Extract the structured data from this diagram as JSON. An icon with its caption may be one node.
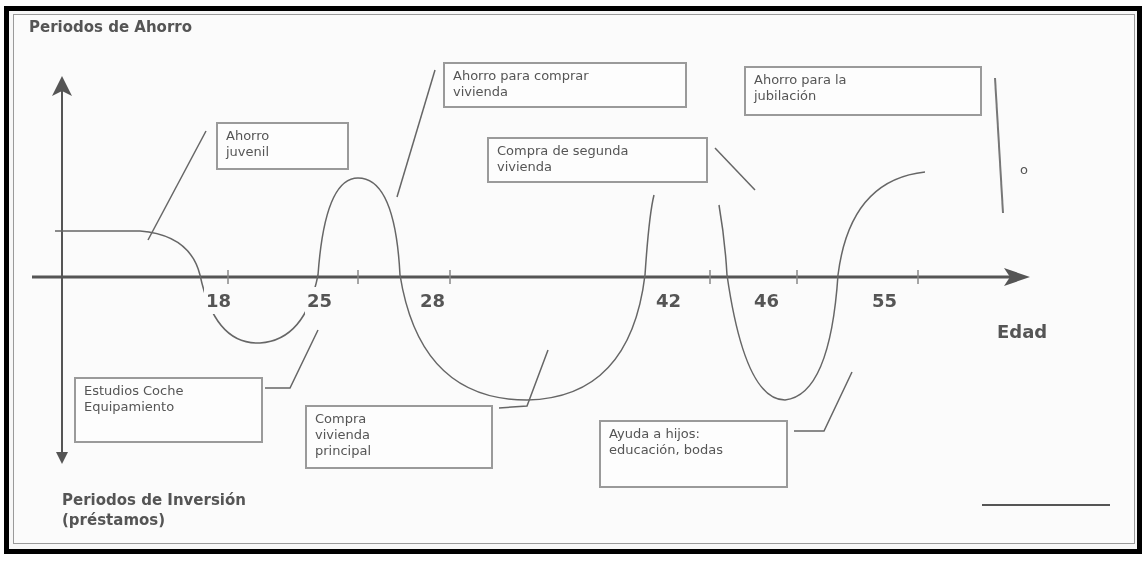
{
  "diagram": {
    "nodes": [
      {
        "text": [
          "Ahorro juvenil"
        ]
      },
      {
        "text": [
          "Ahorro para comprar vivienda"
        ]
      },
      {
        "text": [
          "Compra de segunda vivienda"
        ]
      },
      {
        "text": [
          "Ahorro para la jubilación"
        ]
      },
      {
        "text": [
          "Estudios Coche Equipamiento"
        ]
      },
      {
        "text": [
          "Compra vivienda principal"
        ]
      },
      {
        "text": [
          "Ayuda a hijos: educación, bodas"
        ]
      }
    ],
    "edges": [
      {
        "from": 0,
        "to": null,
        "arrow": "none"
      },
      {
        "from": 1,
        "to": null,
        "arrow": "none"
      },
      {
        "from": 2,
        "to": null,
        "arrow": "none"
      },
      {
        "from": 4,
        "to": null,
        "arrow": "none"
      },
      {
        "from": 5,
        "to": null,
        "arrow": "none"
      },
      {
        "from": 6,
        "to": null,
        "arrow": "none"
      }
    ],
    "labels": [
      "Periodos de Ahorro",
      "18",
      "25",
      "28",
      "42",
      "46",
      "55",
      "Edad",
      "o",
      "Periodos de Inversión (préstamos)"
    ]
  }
}
